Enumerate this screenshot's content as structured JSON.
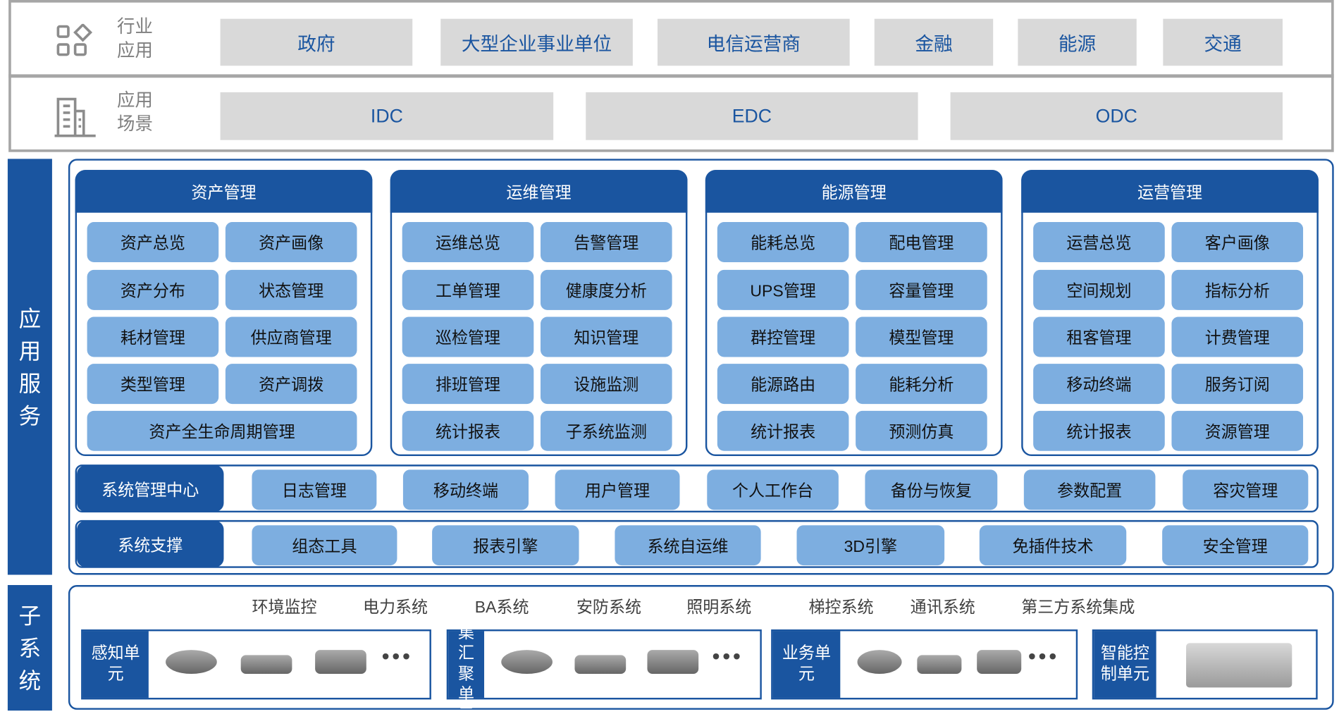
{
  "industry": {
    "label": "行业应用",
    "icon": "apps-grid-icon",
    "items": [
      "政府",
      "大型企业事业单位",
      "电信运营商",
      "金融",
      "能源",
      "交通"
    ]
  },
  "scenario": {
    "label": "应用场景",
    "icon": "building-icon",
    "items": [
      "IDC",
      "EDC",
      "ODC"
    ]
  },
  "app_services": {
    "label": "应用服务",
    "modules": [
      {
        "title": "资产管理",
        "items": [
          "资产总览",
          "资产画像",
          "资产分布",
          "状态管理",
          "耗材管理",
          "供应商管理",
          "类型管理",
          "资产调拨"
        ],
        "wide": "资产全生命周期管理"
      },
      {
        "title": "运维管理",
        "items": [
          "运维总览",
          "告警管理",
          "工单管理",
          "健康度分析",
          "巡检管理",
          "知识管理",
          "排班管理",
          "设施监测",
          "统计报表",
          "子系统监测"
        ]
      },
      {
        "title": "能源管理",
        "items": [
          "能耗总览",
          "配电管理",
          "UPS管理",
          "容量管理",
          "群控管理",
          "模型管理",
          "能源路由",
          "能耗分析",
          "统计报表",
          "预测仿真"
        ]
      },
      {
        "title": "运营管理",
        "items": [
          "运营总览",
          "客户画像",
          "空间规划",
          "指标分析",
          "租客管理",
          "计费管理",
          "移动终端",
          "服务订阅",
          "统计报表",
          "资源管理"
        ]
      }
    ],
    "system_mgmt": {
      "label": "系统管理中心",
      "items": [
        "日志管理",
        "移动终端",
        "用户管理",
        "个人工作台",
        "备份与恢复",
        "参数配置",
        "容灾管理"
      ]
    },
    "system_support": {
      "label": "系统支撑",
      "items": [
        "组态工具",
        "报表引擎",
        "系统自运维",
        "3D引擎",
        "免插件技术",
        "安全管理"
      ]
    }
  },
  "subsystem": {
    "label": "子系统",
    "systems": [
      "环境监控",
      "电力系统",
      "BA系统",
      "安防系统",
      "照明系统",
      "梯控系统",
      "通讯系统",
      "第三方系统集成"
    ],
    "units": [
      {
        "label": "感知单元",
        "devices": [
          "smoke-detector",
          "card-reader",
          "camera"
        ],
        "more": "•••"
      },
      {
        "label": "采集汇聚单元",
        "devices": [
          "battery",
          "generator",
          "cabinet"
        ],
        "more": "•••"
      },
      {
        "label": "业务单元",
        "devices": [
          "face-terminal",
          "access-keypad",
          "monitors"
        ],
        "more": "•••"
      },
      {
        "label": "智能控制单元",
        "devices": [
          "industrial-pc"
        ]
      }
    ]
  },
  "colors": {
    "brand": "#1a55a0",
    "item": "#7daee0",
    "gray_box": "#d9d9d9",
    "border": "#a6a6a6"
  }
}
